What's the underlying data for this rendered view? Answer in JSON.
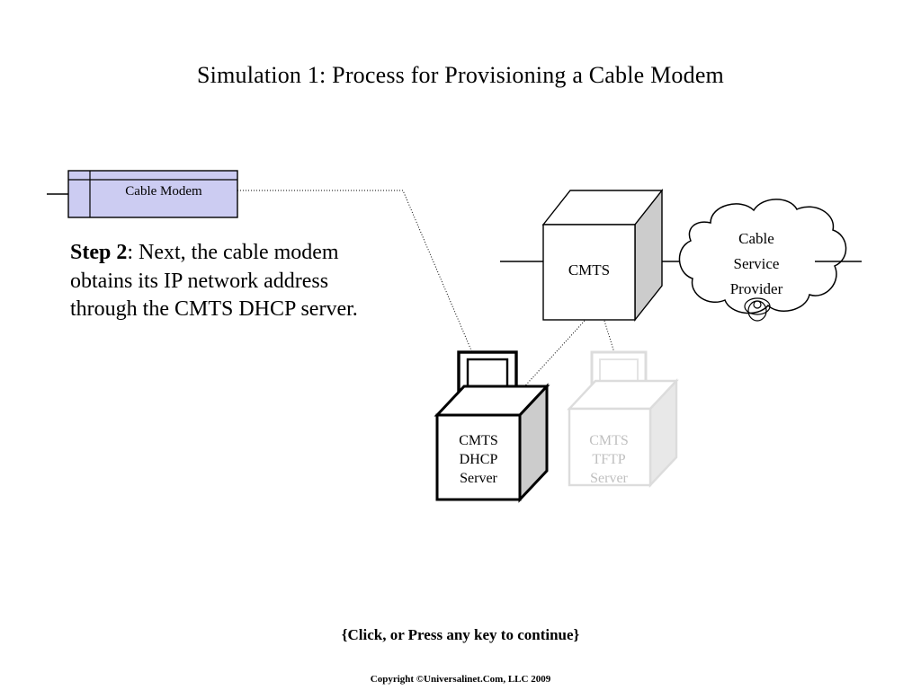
{
  "slide": {
    "title": "Simulation 1: Process for Provisioning a Cable Modem",
    "background_color": "#ffffff"
  },
  "diagram": {
    "modem": {
      "label": "Cable Modem",
      "fill_color": "#ccccf2",
      "stroke_color": "#000000"
    },
    "cmts": {
      "label": "CMTS",
      "front_fill": "#ffffff",
      "side_fill": "#cccccc",
      "stroke_color": "#000000"
    },
    "cloud": {
      "label": "Cable\nService\nProvider",
      "stroke_color": "#000000",
      "fill_color": "#ffffff"
    },
    "dhcp_server": {
      "label": "CMTS\nDHCP\nServer",
      "state": "active",
      "front_fill": "#ffffff",
      "side_fill": "#cccccc",
      "stroke_color": "#000000"
    },
    "tftp_server": {
      "label": "CMTS\nTFTP\nServer",
      "state": "inactive",
      "front_fill": "#ffffff",
      "side_fill": "#e8e8e8",
      "stroke_color": "#d4d4d4"
    },
    "connections": {
      "modem_left_line": "solid",
      "modem_to_dhcp": "dotted",
      "cmts_left_line": "solid",
      "cmts_to_dhcp": "dotted",
      "cmts_to_tftp": "dotted",
      "cloud_right_line": "solid"
    }
  },
  "step": {
    "heading": "Step 2",
    "separator": ": ",
    "body": "Next, the cable modem obtains its IP network address through the CMTS DHCP server."
  },
  "footer": {
    "prompt": "{Click, or Press any key to continue}",
    "copyright": "Copyright ©Universalinet.Com, LLC 2009"
  }
}
